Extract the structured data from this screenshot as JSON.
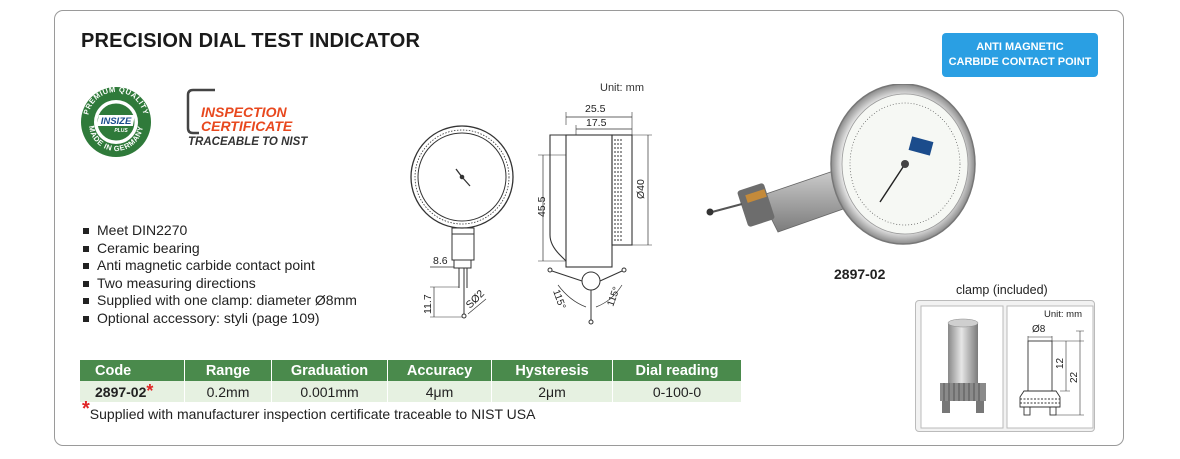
{
  "title": "PRECISION DIAL TEST INDICATOR",
  "badge": {
    "line1": "ANTI MAGNETIC",
    "line2": "CARBIDE CONTACT POINT"
  },
  "logo": {
    "ring_top": "PREMIUM QUALITY",
    "ring_bottom": "MADE IN GERMANY",
    "center": "INSIZE",
    "center_sub": "PLUS"
  },
  "certificate": {
    "line1": "INSPECTION",
    "line2": "CERTIFICATE",
    "line3": "TRACEABLE TO NIST"
  },
  "features": [
    "Meet DIN2270",
    "Ceramic bearing",
    "Anti magnetic carbide contact point",
    "Two measuring directions",
    "Supplied with one clamp: diameter Ø8mm",
    "Optional accessory: styli (page 109)"
  ],
  "drawing": {
    "unit": "Unit: mm",
    "dim_25_5": "25.5",
    "dim_17_5": "17.5",
    "dim_45_5": "45.5",
    "dim_d40": "Ø40",
    "dim_8_6": "8.6",
    "dim_11_7": "11.7",
    "dim_s02": "SØ2",
    "angle_left": "115°",
    "angle_right": "115°"
  },
  "product_code": "2897-02",
  "clamp": {
    "label": "clamp (included)",
    "unit": "Unit: mm",
    "dim_d8": "Ø8",
    "dim_12": "12",
    "dim_22": "22"
  },
  "table": {
    "headers": [
      "Code",
      "Range",
      "Graduation",
      "Accuracy",
      "Hysteresis",
      "Dial reading"
    ],
    "row": {
      "code": "2897-02",
      "star": "*",
      "range": "0.2mm",
      "graduation": "0.001mm",
      "accuracy": "4μm",
      "hysteresis": "2μm",
      "dial_reading": "0-100-0"
    }
  },
  "footnote": {
    "star": "*",
    "text": "Supplied with manufacturer inspection certificate traceable to NIST USA"
  },
  "colors": {
    "table_header": "#4a8a4c",
    "table_row": "#e6f1e1",
    "badge": "#2a9fe3",
    "accent_red": "#e02424",
    "cert_orange": "#e8481e",
    "logo_green": "#2f7a3a"
  }
}
